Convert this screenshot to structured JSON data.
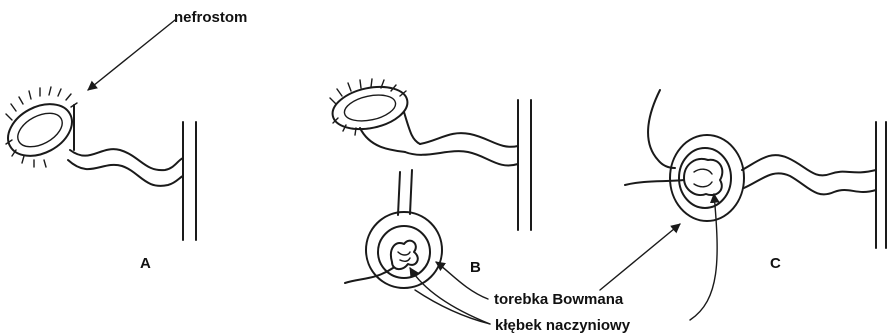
{
  "labels": {
    "nephrostome": "nefrostom",
    "bowman_capsule": "torebka Bowmana",
    "glomerulus": "kłębek  naczyniowy"
  },
  "panels": {
    "a": "A",
    "b": "B",
    "c": "C"
  },
  "colors": {
    "ink": "#1a1a1a",
    "background": "#ffffff"
  }
}
